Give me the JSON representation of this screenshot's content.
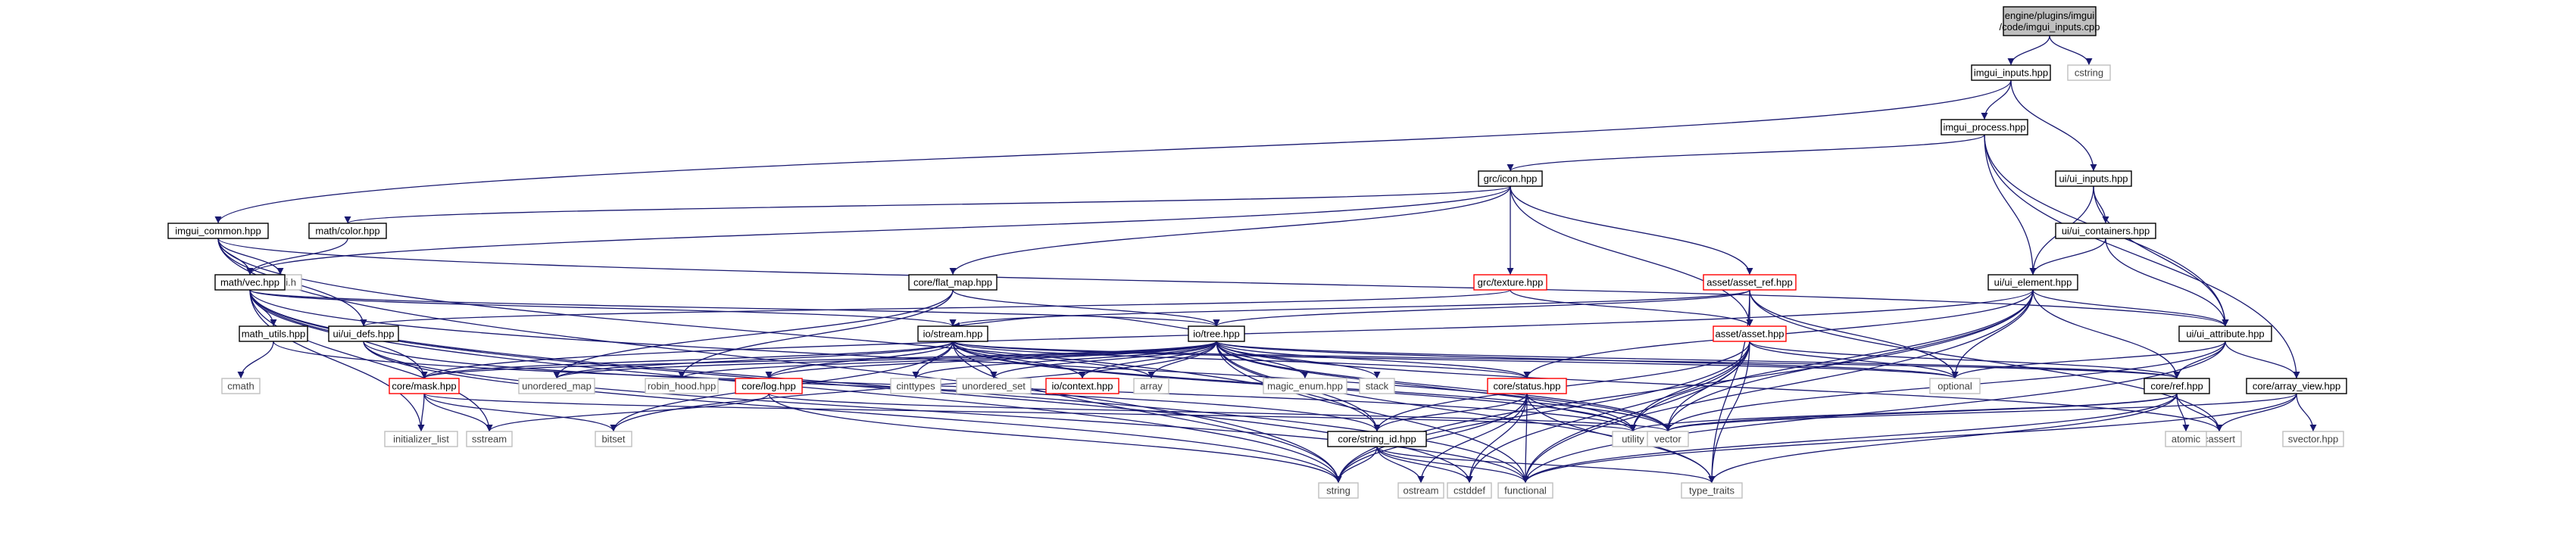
{
  "diagram": {
    "edge_color": "#191970",
    "nodes": [
      {
        "id": "root",
        "lines": [
          "engine/plugins/imgui",
          "/code/imgui_inputs.cpp"
        ],
        "kind": "root"
      },
      {
        "id": "imgui_inputs_hpp",
        "lines": [
          "imgui_inputs.hpp"
        ],
        "kind": "normal"
      },
      {
        "id": "cstring",
        "lines": [
          "cstring"
        ],
        "kind": "system"
      },
      {
        "id": "imgui_process_hpp",
        "lines": [
          "imgui_process.hpp"
        ],
        "kind": "normal"
      },
      {
        "id": "ui_inputs_hpp",
        "lines": [
          "ui/ui_inputs.hpp"
        ],
        "kind": "normal"
      },
      {
        "id": "grc_icon_hpp",
        "lines": [
          "grc/icon.hpp"
        ],
        "kind": "normal"
      },
      {
        "id": "imgui_common_hpp",
        "lines": [
          "imgui_common.hpp"
        ],
        "kind": "normal"
      },
      {
        "id": "math_color_hpp",
        "lines": [
          "math/color.hpp"
        ],
        "kind": "normal"
      },
      {
        "id": "ui_containers_hpp",
        "lines": [
          "ui/ui_containers.hpp"
        ],
        "kind": "normal"
      },
      {
        "id": "imgui_h",
        "lines": [
          "imgui.h"
        ],
        "kind": "system"
      },
      {
        "id": "math_vec_hpp",
        "lines": [
          "math/vec.hpp"
        ],
        "kind": "normal"
      },
      {
        "id": "core_flat_map_hpp",
        "lines": [
          "core/flat_map.hpp"
        ],
        "kind": "normal"
      },
      {
        "id": "grc_texture_hpp",
        "lines": [
          "grc/texture.hpp"
        ],
        "kind": "red"
      },
      {
        "id": "asset_asset_ref_hpp",
        "lines": [
          "asset/asset_ref.hpp"
        ],
        "kind": "red"
      },
      {
        "id": "ui_ui_element_hpp",
        "lines": [
          "ui/ui_element.hpp"
        ],
        "kind": "normal"
      },
      {
        "id": "math_utils_hpp",
        "lines": [
          "math_utils.hpp"
        ],
        "kind": "normal"
      },
      {
        "id": "ui_ui_defs_hpp",
        "lines": [
          "ui/ui_defs.hpp"
        ],
        "kind": "normal"
      },
      {
        "id": "io_stream_hpp",
        "lines": [
          "io/stream.hpp"
        ],
        "kind": "normal"
      },
      {
        "id": "io_tree_hpp",
        "lines": [
          "io/tree.hpp"
        ],
        "kind": "normal"
      },
      {
        "id": "asset_asset_hpp",
        "lines": [
          "asset/asset.hpp"
        ],
        "kind": "red"
      },
      {
        "id": "ui_ui_attribute_hpp",
        "lines": [
          "ui/ui_attribute.hpp"
        ],
        "kind": "normal"
      },
      {
        "id": "cmath",
        "lines": [
          "cmath"
        ],
        "kind": "system"
      },
      {
        "id": "core_mask_hpp",
        "lines": [
          "core/mask.hpp"
        ],
        "kind": "red"
      },
      {
        "id": "unordered_map",
        "lines": [
          "unordered_map"
        ],
        "kind": "system"
      },
      {
        "id": "robin_hood_hpp",
        "lines": [
          "robin_hood.hpp"
        ],
        "kind": "system"
      },
      {
        "id": "core_log_hpp",
        "lines": [
          "core/log.hpp"
        ],
        "kind": "red"
      },
      {
        "id": "cinttypes",
        "lines": [
          "cinttypes"
        ],
        "kind": "system"
      },
      {
        "id": "unordered_set",
        "lines": [
          "unordered_set"
        ],
        "kind": "system"
      },
      {
        "id": "io_context_hpp",
        "lines": [
          "io/context.hpp"
        ],
        "kind": "red"
      },
      {
        "id": "array",
        "lines": [
          "array"
        ],
        "kind": "system"
      },
      {
        "id": "magic_enum_hpp",
        "lines": [
          "magic_enum.hpp"
        ],
        "kind": "system"
      },
      {
        "id": "stack",
        "lines": [
          "stack"
        ],
        "kind": "system"
      },
      {
        "id": "core_status_hpp",
        "lines": [
          "core/status.hpp"
        ],
        "kind": "red"
      },
      {
        "id": "optional",
        "lines": [
          "optional"
        ],
        "kind": "system"
      },
      {
        "id": "core_ref_hpp",
        "lines": [
          "core/ref.hpp"
        ],
        "kind": "normal"
      },
      {
        "id": "core_array_view_hpp",
        "lines": [
          "core/array_view.hpp"
        ],
        "kind": "normal"
      },
      {
        "id": "initializer_list",
        "lines": [
          "initializer_list"
        ],
        "kind": "system"
      },
      {
        "id": "sstream",
        "lines": [
          "sstream"
        ],
        "kind": "system"
      },
      {
        "id": "bitset",
        "lines": [
          "bitset"
        ],
        "kind": "system"
      },
      {
        "id": "core_string_id_hpp",
        "lines": [
          "core/string_id.hpp"
        ],
        "kind": "normal"
      },
      {
        "id": "utility",
        "lines": [
          "utility"
        ],
        "kind": "system"
      },
      {
        "id": "vector",
        "lines": [
          "vector"
        ],
        "kind": "system"
      },
      {
        "id": "cassert",
        "lines": [
          "cassert"
        ],
        "kind": "system"
      },
      {
        "id": "atomic",
        "lines": [
          "atomic"
        ],
        "kind": "system"
      },
      {
        "id": "svector_hpp",
        "lines": [
          "svector.hpp"
        ],
        "kind": "system"
      },
      {
        "id": "string",
        "lines": [
          "string"
        ],
        "kind": "system"
      },
      {
        "id": "ostream",
        "lines": [
          "ostream"
        ],
        "kind": "system"
      },
      {
        "id": "cstddef",
        "lines": [
          "cstddef"
        ],
        "kind": "system"
      },
      {
        "id": "functional",
        "lines": [
          "functional"
        ],
        "kind": "system"
      },
      {
        "id": "type_traits",
        "lines": [
          "type_traits"
        ],
        "kind": "system"
      }
    ],
    "edges": [
      [
        "root",
        "imgui_inputs_hpp"
      ],
      [
        "root",
        "cstring"
      ],
      [
        "imgui_inputs_hpp",
        "imgui_common_hpp"
      ],
      [
        "imgui_inputs_hpp",
        "imgui_process_hpp"
      ],
      [
        "imgui_inputs_hpp",
        "ui_inputs_hpp"
      ],
      [
        "imgui_process_hpp",
        "grc_icon_hpp"
      ],
      [
        "imgui_process_hpp",
        "ui_ui_element_hpp"
      ],
      [
        "imgui_process_hpp",
        "ui_ui_attribute_hpp"
      ],
      [
        "imgui_process_hpp",
        "core_array_view_hpp"
      ],
      [
        "ui_inputs_hpp",
        "ui_containers_hpp"
      ],
      [
        "ui_inputs_hpp",
        "ui_ui_element_hpp"
      ],
      [
        "ui_inputs_hpp",
        "ui_ui_attribute_hpp"
      ],
      [
        "ui_containers_hpp",
        "ui_ui_element_hpp"
      ],
      [
        "ui_containers_hpp",
        "ui_ui_attribute_hpp"
      ],
      [
        "grc_icon_hpp",
        "math_color_hpp"
      ],
      [
        "grc_icon_hpp",
        "math_vec_hpp"
      ],
      [
        "grc_icon_hpp",
        "core_flat_map_hpp"
      ],
      [
        "grc_icon_hpp",
        "grc_texture_hpp"
      ],
      [
        "grc_icon_hpp",
        "asset_asset_ref_hpp"
      ],
      [
        "grc_icon_hpp",
        "asset_asset_hpp"
      ],
      [
        "imgui_common_hpp",
        "imgui_h"
      ],
      [
        "imgui_common_hpp",
        "math_vec_hpp"
      ],
      [
        "imgui_common_hpp",
        "ui_ui_defs_hpp"
      ],
      [
        "imgui_common_hpp",
        "ui_ui_attribute_hpp"
      ],
      [
        "imgui_common_hpp",
        "string"
      ],
      [
        "imgui_common_hpp",
        "core_string_id_hpp"
      ],
      [
        "math_color_hpp",
        "math_vec_hpp"
      ],
      [
        "math_vec_hpp",
        "math_utils_hpp"
      ],
      [
        "math_vec_hpp",
        "io_stream_hpp"
      ],
      [
        "math_vec_hpp",
        "io_tree_hpp"
      ],
      [
        "math_vec_hpp",
        "initializer_list"
      ],
      [
        "math_vec_hpp",
        "sstream"
      ],
      [
        "math_vec_hpp",
        "string"
      ],
      [
        "math_vec_hpp",
        "functional"
      ],
      [
        "math_vec_hpp",
        "core_mask_hpp"
      ],
      [
        "math_vec_hpp",
        "vector"
      ],
      [
        "math_vec_hpp",
        "cstddef"
      ],
      [
        "math_utils_hpp",
        "cmath"
      ],
      [
        "math_utils_hpp",
        "utility"
      ],
      [
        "core_flat_map_hpp",
        "io_tree_hpp"
      ],
      [
        "core_flat_map_hpp",
        "robin_hood_hpp"
      ],
      [
        "core_flat_map_hpp",
        "unordered_map"
      ],
      [
        "grc_texture_hpp",
        "asset_asset_hpp"
      ],
      [
        "grc_texture_hpp",
        "ui_ui_defs_hpp"
      ],
      [
        "asset_asset_ref_hpp",
        "asset_asset_hpp"
      ],
      [
        "asset_asset_ref_hpp",
        "io_tree_hpp"
      ],
      [
        "asset_asset_ref_hpp",
        "optional"
      ],
      [
        "asset_asset_ref_hpp",
        "type_traits"
      ],
      [
        "asset_asset_ref_hpp",
        "cassert"
      ],
      [
        "asset_asset_ref_hpp",
        "io_stream_hpp"
      ],
      [
        "ui_ui_element_hpp",
        "ui_ui_attribute_hpp"
      ],
      [
        "ui_ui_element_hpp",
        "core_ref_hpp"
      ],
      [
        "ui_ui_element_hpp",
        "optional"
      ],
      [
        "ui_ui_element_hpp",
        "vector"
      ],
      [
        "ui_ui_element_hpp",
        "core_status_hpp"
      ],
      [
        "ui_ui_element_hpp",
        "functional"
      ],
      [
        "ui_ui_element_hpp",
        "utility"
      ],
      [
        "ui_ui_element_hpp",
        "core_mask_hpp"
      ],
      [
        "ui_ui_element_hpp",
        "string"
      ],
      [
        "ui_ui_defs_hpp",
        "core_mask_hpp"
      ],
      [
        "ui_ui_defs_hpp",
        "string"
      ],
      [
        "ui_ui_defs_hpp",
        "functional"
      ],
      [
        "ui_ui_defs_hpp",
        "core_string_id_hpp"
      ],
      [
        "io_stream_hpp",
        "core_mask_hpp"
      ],
      [
        "io_stream_hpp",
        "unordered_map"
      ],
      [
        "io_stream_hpp",
        "core_log_hpp"
      ],
      [
        "io_stream_hpp",
        "cinttypes"
      ],
      [
        "io_stream_hpp",
        "unordered_set"
      ],
      [
        "io_stream_hpp",
        "io_context_hpp"
      ],
      [
        "io_stream_hpp",
        "array"
      ],
      [
        "io_stream_hpp",
        "core_status_hpp"
      ],
      [
        "io_stream_hpp",
        "core_ref_hpp"
      ],
      [
        "io_stream_hpp",
        "vector"
      ],
      [
        "io_stream_hpp",
        "optional"
      ],
      [
        "io_stream_hpp",
        "bitset"
      ],
      [
        "io_stream_hpp",
        "utility"
      ],
      [
        "io_stream_hpp",
        "string"
      ],
      [
        "io_tree_hpp",
        "io_stream_hpp"
      ],
      [
        "io_tree_hpp",
        "unordered_map"
      ],
      [
        "io_tree_hpp",
        "robin_hood_hpp"
      ],
      [
        "io_tree_hpp",
        "core_log_hpp"
      ],
      [
        "io_tree_hpp",
        "cinttypes"
      ],
      [
        "io_tree_hpp",
        "unordered_set"
      ],
      [
        "io_tree_hpp",
        "io_context_hpp"
      ],
      [
        "io_tree_hpp",
        "array"
      ],
      [
        "io_tree_hpp",
        "magic_enum_hpp"
      ],
      [
        "io_tree_hpp",
        "stack"
      ],
      [
        "io_tree_hpp",
        "core_status_hpp"
      ],
      [
        "io_tree_hpp",
        "optional"
      ],
      [
        "io_tree_hpp",
        "core_ref_hpp"
      ],
      [
        "io_tree_hpp",
        "core_mask_hpp"
      ],
      [
        "io_tree_hpp",
        "vector"
      ],
      [
        "io_tree_hpp",
        "bitset"
      ],
      [
        "io_tree_hpp",
        "utility"
      ],
      [
        "io_tree_hpp",
        "core_string_id_hpp"
      ],
      [
        "io_tree_hpp",
        "cassert"
      ],
      [
        "io_tree_hpp",
        "type_traits"
      ],
      [
        "io_tree_hpp",
        "functional"
      ],
      [
        "asset_asset_hpp",
        "core_string_id_hpp"
      ],
      [
        "asset_asset_hpp",
        "optional"
      ],
      [
        "asset_asset_hpp",
        "vector"
      ],
      [
        "asset_asset_hpp",
        "core_ref_hpp"
      ],
      [
        "asset_asset_hpp",
        "string"
      ],
      [
        "asset_asset_hpp",
        "functional"
      ],
      [
        "asset_asset_hpp",
        "type_traits"
      ],
      [
        "asset_asset_hpp",
        "cstddef"
      ],
      [
        "asset_asset_hpp",
        "utility"
      ],
      [
        "ui_ui_attribute_hpp",
        "core_ref_hpp"
      ],
      [
        "ui_ui_attribute_hpp",
        "core_array_view_hpp"
      ],
      [
        "ui_ui_attribute_hpp",
        "vector"
      ],
      [
        "ui_ui_attribute_hpp",
        "optional"
      ],
      [
        "ui_ui_attribute_hpp",
        "functional"
      ],
      [
        "core_mask_hpp",
        "initializer_list"
      ],
      [
        "core_mask_hpp",
        "sstream"
      ],
      [
        "core_mask_hpp",
        "bitset"
      ],
      [
        "core_mask_hpp",
        "utility"
      ],
      [
        "core_log_hpp",
        "sstream"
      ],
      [
        "core_log_hpp",
        "string"
      ],
      [
        "core_log_hpp",
        "vector"
      ],
      [
        "core_status_hpp",
        "core_string_id_hpp"
      ],
      [
        "core_status_hpp",
        "string"
      ],
      [
        "core_status_hpp",
        "ostream"
      ],
      [
        "core_status_hpp",
        "cstddef"
      ],
      [
        "core_status_hpp",
        "functional"
      ],
      [
        "core_status_hpp",
        "type_traits"
      ],
      [
        "core_status_hpp",
        "utility"
      ],
      [
        "core_ref_hpp",
        "atomic"
      ],
      [
        "core_ref_hpp",
        "functional"
      ],
      [
        "core_ref_hpp",
        "type_traits"
      ],
      [
        "core_ref_hpp",
        "cassert"
      ],
      [
        "core_ref_hpp",
        "utility"
      ],
      [
        "core_ref_hpp",
        "vector"
      ],
      [
        "core_array_view_hpp",
        "svector_hpp"
      ],
      [
        "core_array_view_hpp",
        "cassert"
      ],
      [
        "core_array_view_hpp",
        "vector"
      ],
      [
        "core_array_view_hpp",
        "functional"
      ],
      [
        "core_string_id_hpp",
        "string"
      ],
      [
        "core_string_id_hpp",
        "ostream"
      ],
      [
        "core_string_id_hpp",
        "cstddef"
      ],
      [
        "core_string_id_hpp",
        "functional"
      ],
      [
        "core_string_id_hpp",
        "type_traits"
      ]
    ]
  }
}
